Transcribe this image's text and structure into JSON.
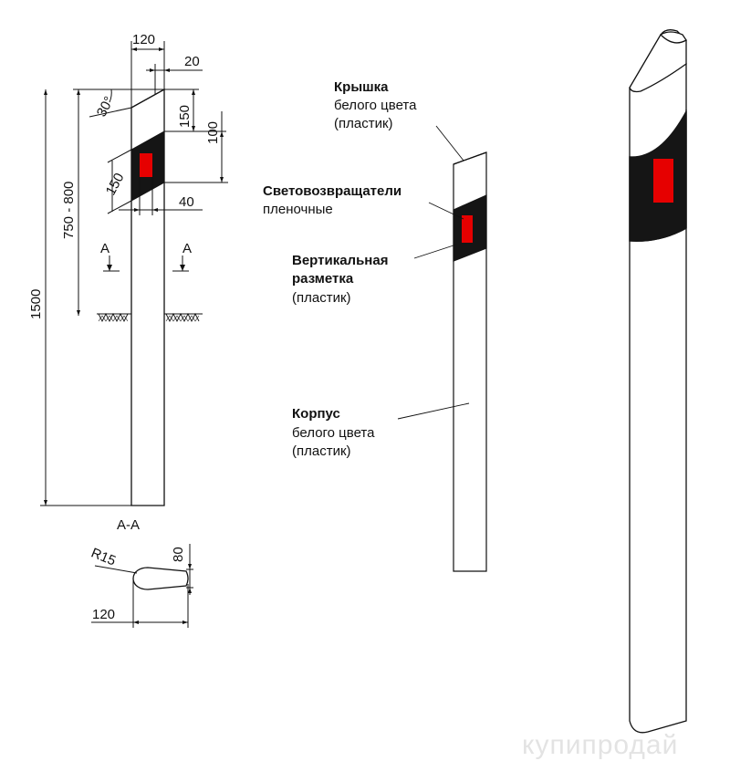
{
  "dimensions": {
    "width_120_top": "120",
    "offset_20": "20",
    "angle_30": "30°",
    "h_150_top": "150",
    "h_100": "100",
    "diag_150": "150",
    "w_40": "40",
    "depth_range": "750 - 800",
    "total_1500": "1500",
    "section_mark_left": "A",
    "section_mark_right": "A",
    "section_title": "A-A",
    "radius": "R15",
    "section_height": "80",
    "section_width": "120"
  },
  "labels": {
    "cap_title": "Крышка",
    "cap_line2": "белого цвета",
    "cap_line3": "(пластик)",
    "reflector_title": "Световозвращатели",
    "reflector_line2": "пленочные",
    "marking_title_1": "Вертикальная",
    "marking_title_2": "разметка",
    "marking_line3": "(пластик)",
    "body_title": "Корпус",
    "body_line2": "белого цвета",
    "body_line3": "(пластик)"
  },
  "watermark": "купипродай",
  "colors": {
    "band": "#151515",
    "reflector": "#e60000",
    "outline": "#111111"
  }
}
